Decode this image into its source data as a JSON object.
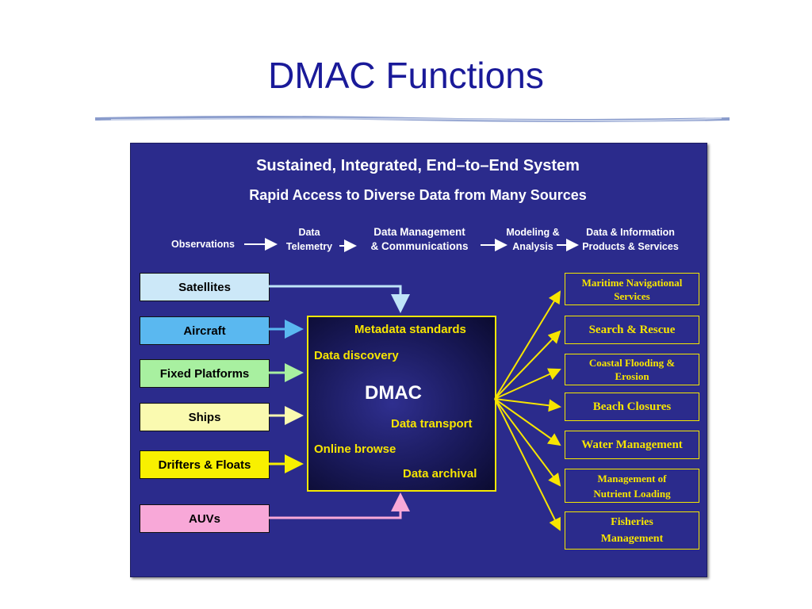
{
  "title": "DMAC Functions",
  "panel": {
    "heading": "Sustained, Integrated, End–to–End System",
    "subheading": "Rapid Access to Diverse Data from Many Sources"
  },
  "flow": [
    {
      "line1": "Observations",
      "line2": ""
    },
    {
      "line1": "Data",
      "line2": "Telemetry"
    },
    {
      "line1": "Data Management",
      "line2": "& Communications"
    },
    {
      "line1": "Modeling &",
      "line2": "Analysis"
    },
    {
      "line1": "Data & Information",
      "line2": "Products & Services"
    }
  ],
  "sources": [
    {
      "label": "Satellites",
      "color": "#cce8f8"
    },
    {
      "label": "Aircraft",
      "color": "#5ab8f0"
    },
    {
      "label": "Fixed Platforms",
      "color": "#a8f0a0"
    },
    {
      "label": "Ships",
      "color": "#fafab0"
    },
    {
      "label": "Drifters & Floats",
      "color": "#f8f000"
    },
    {
      "label": "AUVs",
      "color": "#f8a8d8"
    }
  ],
  "dmac": {
    "label": "DMAC",
    "functions": [
      "Metadata standards",
      "Data discovery",
      "Data transport",
      "Online browse",
      "Data archival"
    ]
  },
  "outputs": [
    {
      "line1": "Maritime Navigational",
      "line2": "Services"
    },
    {
      "line1": "Search & Rescue",
      "line2": ""
    },
    {
      "line1": "Coastal Flooding &",
      "line2": "Erosion"
    },
    {
      "line1": "Beach Closures",
      "line2": ""
    },
    {
      "line1": "Water Management",
      "line2": ""
    },
    {
      "line1": "Management of",
      "line2": "Nutrient Loading"
    },
    {
      "line1": "Fisheries",
      "line2": "Management"
    }
  ],
  "colors": {
    "panel": "#2b2b8c",
    "accent_yellow": "#f7e500",
    "title_blue": "#1a1a99"
  }
}
